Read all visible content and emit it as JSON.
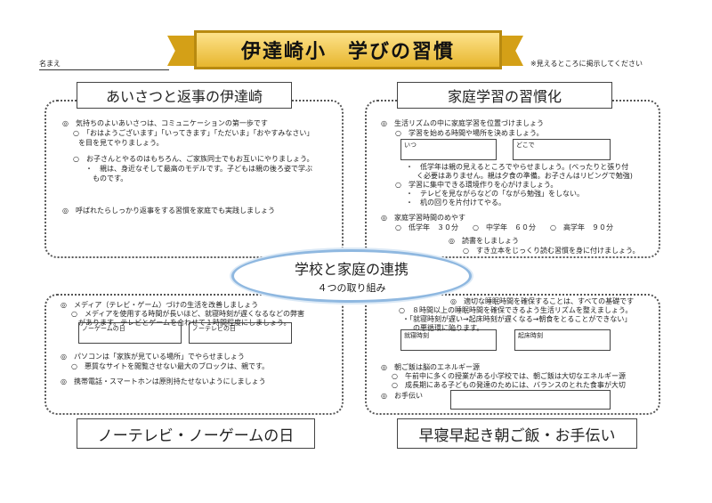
{
  "header": {
    "title": "伊達崎小　学びの習慣",
    "name_label": "名まえ",
    "note": "※見えるところに掲示してください"
  },
  "center": {
    "title": "学校と家庭の連携",
    "subtitle": "４つの取り組み"
  },
  "q1": {
    "title": "あいさつと返事の伊達崎",
    "lines": [
      "◎　気持ちのよいあいさつは、コミュニケーションの第一歩です",
      "○　「おはようございます」「いってきます」「ただいま」「おやすみなさい」",
      "を目を見てやりましょう。",
      "○　お子さんとやるのはもちろん、ご家族同士でもお互いにやりましょう。",
      "・　親は、身近なそして最高のモデルです。子どもは親の後ろ姿で学ぶ",
      "ものです。",
      "◎　呼ばれたらしっかり返事をする習慣を家庭でも実践しましょう"
    ]
  },
  "q2": {
    "title": "家庭学習の習慣化",
    "lines": [
      "◎　生活リズムの中に家庭学習を位置づけましょう",
      "○　学習を始める時間や場所を決めましょう。",
      "・　低学年は親の見えるところでやらせましょう。(べったりと張り付",
      "く必要はありません。親は夕食の準備。お子さんはリビングで勉強)",
      "○　学習に集中できる環境作りを心がけましょう。",
      "・　テレビを見ながらなどの「ながら勉強」をしない。",
      "・　机の回りを片付けてやる。",
      "◎　家庭学習時間のめやす",
      "○　低学年　３０分　　○　中学年　６０分　　○　高学年　９０分",
      "◎　読書をしましょう",
      "○　すき立本をじっくり読む習慣を身に付けましょう。"
    ],
    "box_when": "いつ",
    "box_where": "どこで"
  },
  "q3": {
    "title": "ノーテレビ・ノーゲームの日",
    "lines": [
      "◎　メディア（テレビ・ゲーム）づけの生活を改善しましょう",
      "○　メディアを使用する時間が長いほど、就寝時刻が遅くなるなどの弊害",
      "があります。テレビとゲームを合わせて１時間程度にしましょう。",
      "◎　パソコンは「家族が見ている場所」でやらせましょう",
      "○　悪質なサイトを閲覧させない最大のブロックは、親です。",
      "◎　携帯電話・スマートホンは原則持たせないようにしましょう"
    ],
    "box_nogame": "ノーゲームの日",
    "box_notv": "ノーテレビの日"
  },
  "q4": {
    "title": "早寝早起き朝ご飯・お手伝い",
    "lines": [
      "◎　適切な睡眠時間を確保することは、すべての基礎です",
      "○　８時間以上の睡眠時間を確保できるよう生活リズムを整えましょう。",
      "・「就寝時刻が遅い→起床時刻が遅くなる→朝食をとることができない」",
      "の悪循環に陥ります。",
      "◎　朝ご飯は脳のエネルギー源",
      "○　午前中に多くの授業がある小学校では、朝ご飯は大切なエネルギー源",
      "○　成長期にある子どもの発達のためには、バランスのとれた食事が大切",
      "◎　お手伝い"
    ],
    "box_bed": "就寝時刻",
    "box_wake": "起床時刻"
  }
}
